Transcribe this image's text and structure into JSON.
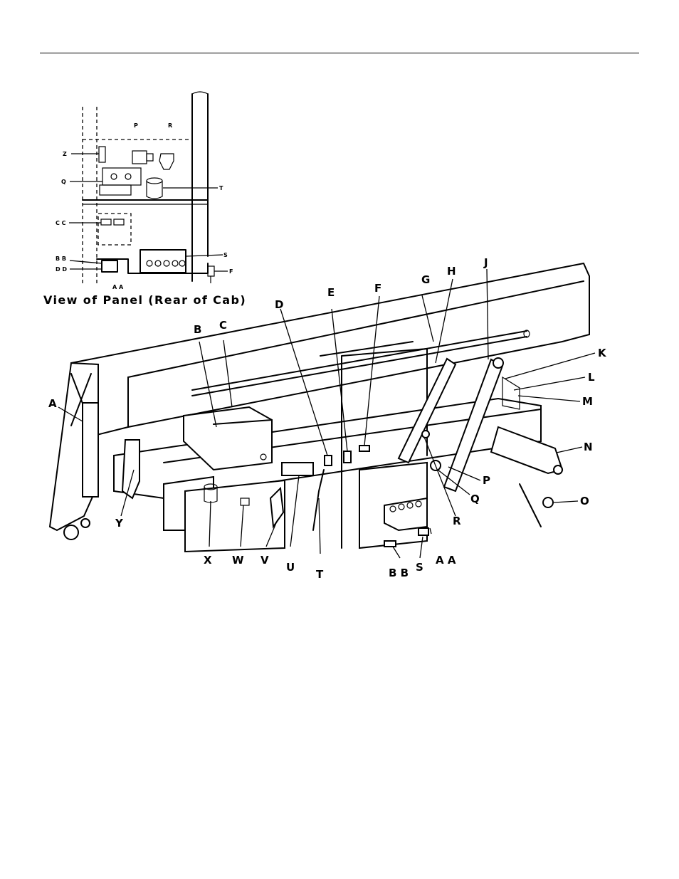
{
  "figure": {
    "inset_caption": "View of Panel  (Rear of Cab)",
    "main_callouts": {
      "A": "A",
      "B": "B",
      "C": "C",
      "D": "D",
      "E": "E",
      "F": "F",
      "G": "G",
      "H": "H",
      "J": "J",
      "K": "K",
      "L": "L",
      "M": "M",
      "N": "N",
      "O": "O",
      "P": "P",
      "Q": "Q",
      "R": "R",
      "S": "S",
      "T": "T",
      "U": "U",
      "V": "V",
      "W": "W",
      "X": "X",
      "Y": "Y",
      "AA": "A A",
      "BB": "B B"
    },
    "inset_callouts": {
      "P": "P",
      "R": "R",
      "Z": "Z",
      "Q": "Q",
      "T": "T",
      "CC": "C C",
      "BB": "B B",
      "DD": "D D",
      "S": "S",
      "F": "F",
      "AA": "A A"
    }
  }
}
